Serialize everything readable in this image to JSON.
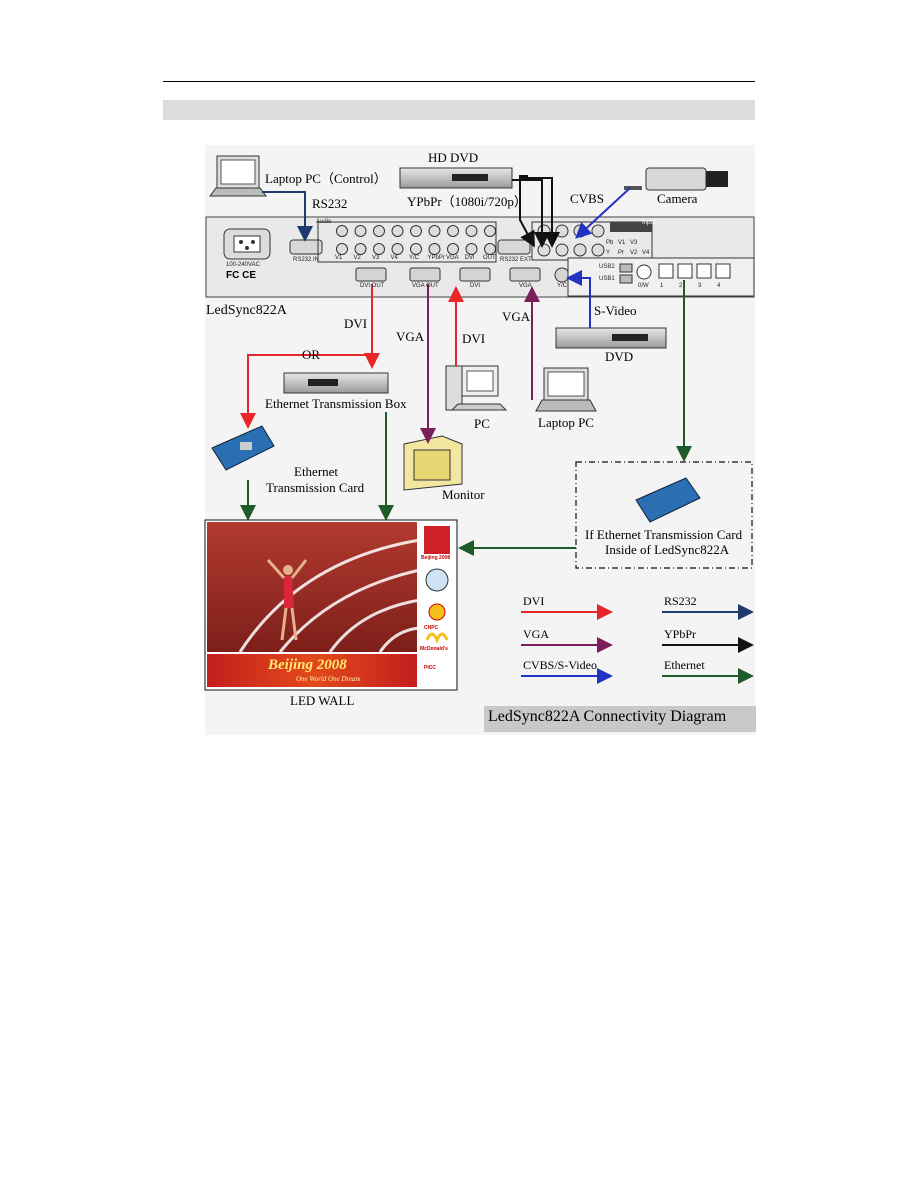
{
  "diagram_title": "LedSync822A Connectivity Diagram",
  "device": {
    "name": "LedSync822A",
    "panel_labels": {
      "audio": "Audio",
      "input": "Input",
      "power": "100-240VAC",
      "rs232_in": "RS232 IN",
      "rs232_ext": "RS232 EXT",
      "jacks": [
        "V1",
        "V2",
        "V3",
        "V4",
        "Y/C",
        "YPbPr",
        "VGA",
        "DVI",
        "OUT"
      ],
      "dvi_out": "DVI OUT",
      "vga_out": "VGA OUT",
      "dvi": "DVI",
      "vga": "VGA",
      "yc": "Y/C",
      "usb2": "USB2",
      "usb1": "USB1",
      "ports": [
        "0/W",
        "1",
        "2",
        "3",
        "4"
      ],
      "ypbpr_grid": [
        "Pb",
        "V1",
        "V3",
        "Y",
        "Pr",
        "V2",
        "V4"
      ],
      "cert": "FC CE"
    }
  },
  "labels": {
    "laptop_control": "Laptop PC（Control）",
    "rs232": "RS232",
    "hd_dvd": "HD DVD",
    "ypbpr_res": "YPbPr（1080i/720p）",
    "cvbs": "CVBS",
    "camera": "Camera",
    "s_video": "S-Video",
    "dvd": "DVD",
    "dvi_1": "DVI",
    "or": "OR",
    "vga_1": "VGA",
    "dvi_2": "DVI",
    "vga_2": "VGA",
    "eth_box": "Ethernet Transmission Box",
    "pc": "PC",
    "laptop_pc": "Laptop PC",
    "eth_card_1": "Ethernet",
    "eth_card_2": "Transmission Card",
    "monitor": "Monitor",
    "inside_1": "If Ethernet Transmission Card",
    "inside_2": "Inside of LedSync822A",
    "led_wall": "LED WALL",
    "wall_banner": "Beijing 2008",
    "wall_banner_sub": "One World One Dream",
    "wall_sponsors": [
      "Beijing 2008",
      "CNPC",
      "McDonald's",
      "PICC"
    ]
  },
  "legend": [
    {
      "label": "DVI",
      "color": "#e8262a"
    },
    {
      "label": "RS232",
      "color": "#1f3b6e"
    },
    {
      "label": "VGA",
      "color": "#7b1f5a"
    },
    {
      "label": "YPbPr",
      "color": "#111111"
    },
    {
      "label": "CVBS/S-Video",
      "color": "#2432c4"
    },
    {
      "label": "Ethernet",
      "color": "#1e5b2a"
    }
  ],
  "colors": {
    "dvi": "#e8262a",
    "vga": "#7b1f5a",
    "cvbs": "#2432c4",
    "rs232": "#1f3b6e",
    "ypbpr": "#111111",
    "ethernet": "#1e5b2a",
    "header_bar": "#dcdcdc",
    "title_box": "#c8c8c8"
  }
}
